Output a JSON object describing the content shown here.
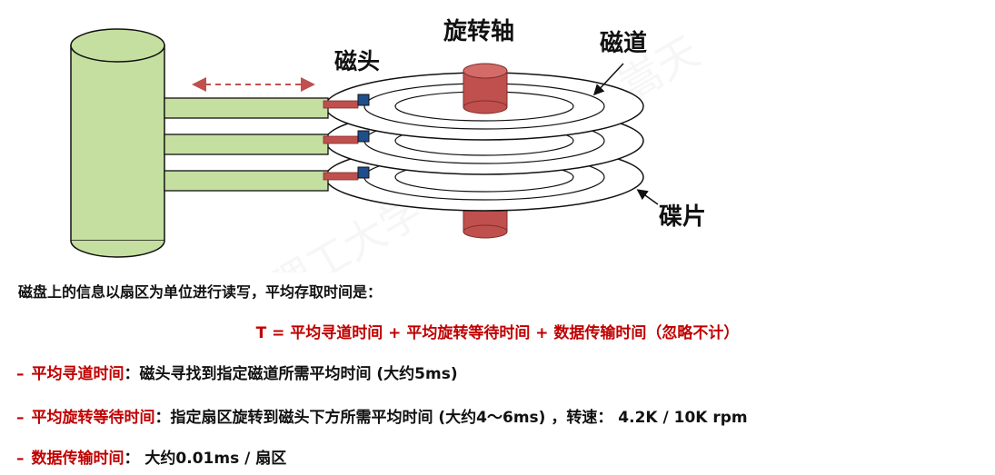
{
  "diagram": {
    "labels": {
      "spindle": "旋转轴",
      "head": "磁头",
      "track": "磁道",
      "platter": "碟片"
    },
    "watermark": "北京理工大学 计算机系统 嵩天",
    "colors": {
      "arm": "#c5dfa0",
      "head_block": "#1f4e8c",
      "spindle": "#c0504d",
      "accent_red": "#c00000"
    }
  },
  "content": {
    "intro": "磁盘上的信息以扇区为单位进行读写，平均存取时间是：",
    "formula": "T = 平均寻道时间 + 平均旋转等待时间 + 数据传输时间（忽略不计）",
    "items": [
      {
        "dash": "–",
        "term": "平均寻道时间",
        "text": "：磁头寻找到指定磁道所需平均时间 (大约5ms)"
      },
      {
        "dash": "–",
        "term": "平均旋转等待时间",
        "text": "：指定扇区旋转到磁头下方所需平均时间 (大约4～6ms) ，转速： 4.2K / 10K rpm"
      },
      {
        "dash": "–",
        "term": "数据传输时间",
        "text": "： 大约0.01ms / 扇区"
      }
    ]
  }
}
